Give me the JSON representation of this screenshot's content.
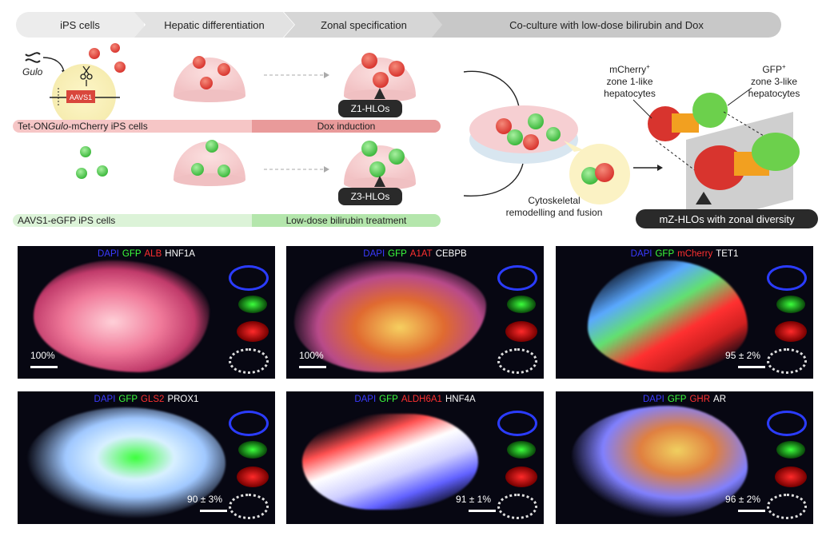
{
  "header": {
    "stages": [
      "iPS cells",
      "Hepatic differentiation",
      "Zonal specification",
      "Co-culture with low-dose bilirubin and Dox"
    ]
  },
  "top_row": {
    "gene_label": "Gulo",
    "locus_label": "AAVS1",
    "bar_left": "Tet-ON ",
    "bar_left_italic": "Gulo",
    "bar_left_rest": "-mCherry iPS cells",
    "bar_right": "Dox induction",
    "badge": "Z1-HLOs"
  },
  "bottom_row": {
    "bar_left": "AAVS1-eGFP iPS cells",
    "bar_right": "Low-dose bilirubin treatment",
    "badge": "Z3-HLOs"
  },
  "coculture": {
    "fusion_label": [
      "Cytoskeletal",
      "remodelling and fusion"
    ],
    "mcherry_label": [
      "mCherry",
      "zone 1-like",
      "hepatocytes"
    ],
    "gfp_label": [
      "GFP",
      "zone 3-like",
      "hepatocytes"
    ],
    "plus": "+",
    "result_badge": "mZ-HLOs with zonal diversity"
  },
  "colors": {
    "red": "#e03a3a",
    "green": "#4cc44c",
    "pink_bar": "#f2b7b7",
    "pink_bar_dark": "#e89b9b",
    "green_bar": "#cdeec8",
    "green_bar_dark": "#a8e0a0",
    "dapi": "#2a2aff",
    "white": "#ffffff"
  },
  "panels": [
    {
      "dapi": "DAPI",
      "gfp": "GFP",
      "red": "ALB",
      "white": "HNF1A",
      "percent": "100%"
    },
    {
      "dapi": "DAPI",
      "gfp": "GFP",
      "red": "A1AT",
      "white": "CEBPB",
      "percent": "100%"
    },
    {
      "dapi": "DAPI",
      "gfp": "GFP",
      "red": "mCherry",
      "white": "TET1",
      "percent": "95 ± 2%"
    },
    {
      "dapi": "DAPI",
      "gfp": "GFP",
      "red": "GLS2",
      "white": "PROX1",
      "percent": "90 ± 3%"
    },
    {
      "dapi": "DAPI",
      "gfp": "GFP",
      "red": "ALDH6A1",
      "white": "HNF4A",
      "percent": "91 ± 1%"
    },
    {
      "dapi": "DAPI",
      "gfp": "GFP",
      "red": "GHR",
      "white": "AR",
      "percent": "96 ± 2%"
    }
  ]
}
